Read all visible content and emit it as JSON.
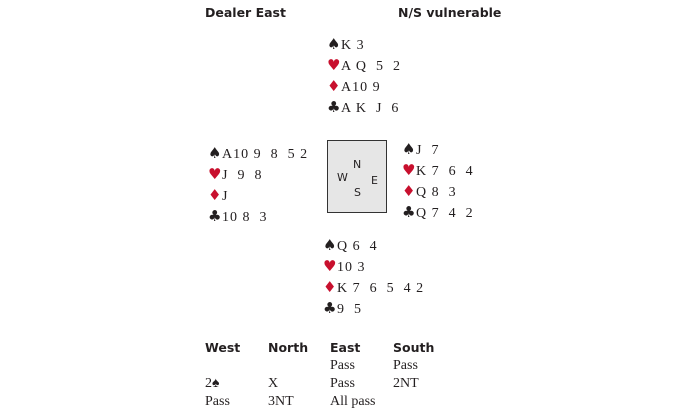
{
  "header": {
    "dealer": "Dealer East",
    "vulnerability": "N/S vulnerable"
  },
  "suits": {
    "spade": "♠",
    "heart": "♥",
    "diamond": "♦",
    "club": "♣"
  },
  "colors": {
    "red": "#c8102e",
    "black": "#231f20",
    "compass_bg": "#e6e6e6"
  },
  "hands": {
    "north": {
      "spades": "K 3",
      "hearts": "A Q  5  2",
      "diamonds": "A10 9",
      "clubs": "A K  J  6"
    },
    "west": {
      "spades": "A10 9  8  5 2",
      "hearts": "J  9  8",
      "diamonds": "J",
      "clubs": "10 8  3"
    },
    "east": {
      "spades": "J  7",
      "hearts": "K 7  6  4",
      "diamonds": "Q 8  3",
      "clubs": "Q 7  4  2"
    },
    "south": {
      "spades": "Q 6  4",
      "hearts": "10 3",
      "diamonds": "K 7  6  5  4 2",
      "clubs": "9  5"
    }
  },
  "compass": {
    "n": "N",
    "s": "S",
    "e": "E",
    "w": "W"
  },
  "bidding": {
    "headers": [
      "West",
      "North",
      "East",
      "South"
    ],
    "rows": [
      [
        "",
        "",
        "Pass",
        "Pass"
      ],
      [
        "2♠",
        "X",
        "Pass",
        "2NT"
      ],
      [
        "Pass",
        "3NT",
        "All pass",
        ""
      ]
    ]
  }
}
